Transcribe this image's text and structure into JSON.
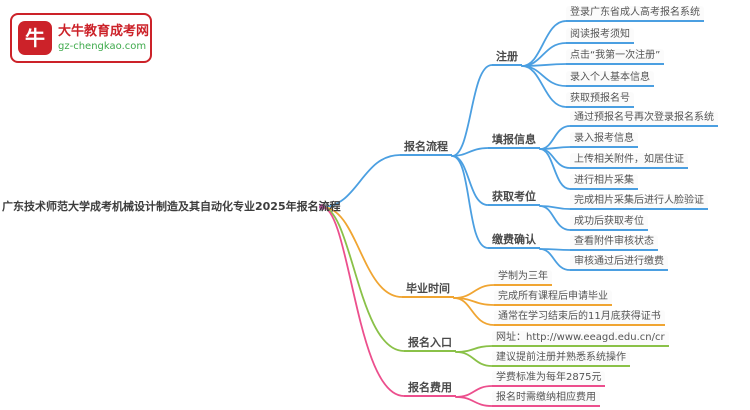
{
  "logo": {
    "title": "大牛教育成考网",
    "url": "gz-chengkao.com",
    "icon_glyph": "牛",
    "brand_color": "#cc2229",
    "url_color": "#3faa4c"
  },
  "root": {
    "label": "广东技术师范大学成考机械设计制造及其自动化专业2025年报名流程"
  },
  "palette": {
    "blue": "#4b9fe1",
    "orange": "#f0a532",
    "green": "#8ac148",
    "pink": "#ec4f8d"
  },
  "branches": [
    {
      "label": "报名流程",
      "color": "#4b9fe1",
      "children": [
        {
          "label": "注册",
          "leaves": [
            "登录广东省成人高考报名系统",
            "阅读报考须知",
            "点击“我第一次注册”",
            "录入个人基本信息",
            "获取预报名号"
          ]
        },
        {
          "label": "填报信息",
          "leaves": [
            "通过预报名号再次登录报名系统",
            "录入报考信息",
            "上传相关附件，如居住证",
            "进行相片采集"
          ]
        },
        {
          "label": "获取考位",
          "leaves": [
            "完成相片采集后进行人脸验证",
            "成功后获取考位"
          ]
        },
        {
          "label": "缴费确认",
          "leaves": [
            "查看附件审核状态",
            "审核通过后进行缴费"
          ]
        }
      ]
    },
    {
      "label": "毕业时间",
      "color": "#f0a532",
      "leaves": [
        "学制为三年",
        "完成所有课程后申请毕业",
        "通常在学习结束后的11月底获得证书"
      ]
    },
    {
      "label": "报名入口",
      "color": "#8ac148",
      "leaves": [
        "网址：http://www.eeagd.edu.cn/cr",
        "建议提前注册并熟悉系统操作"
      ]
    },
    {
      "label": "报名费用",
      "color": "#ec4f8d",
      "leaves": [
        "学费标准为每年2875元",
        "报名时需缴纳相应费用"
      ]
    }
  ]
}
